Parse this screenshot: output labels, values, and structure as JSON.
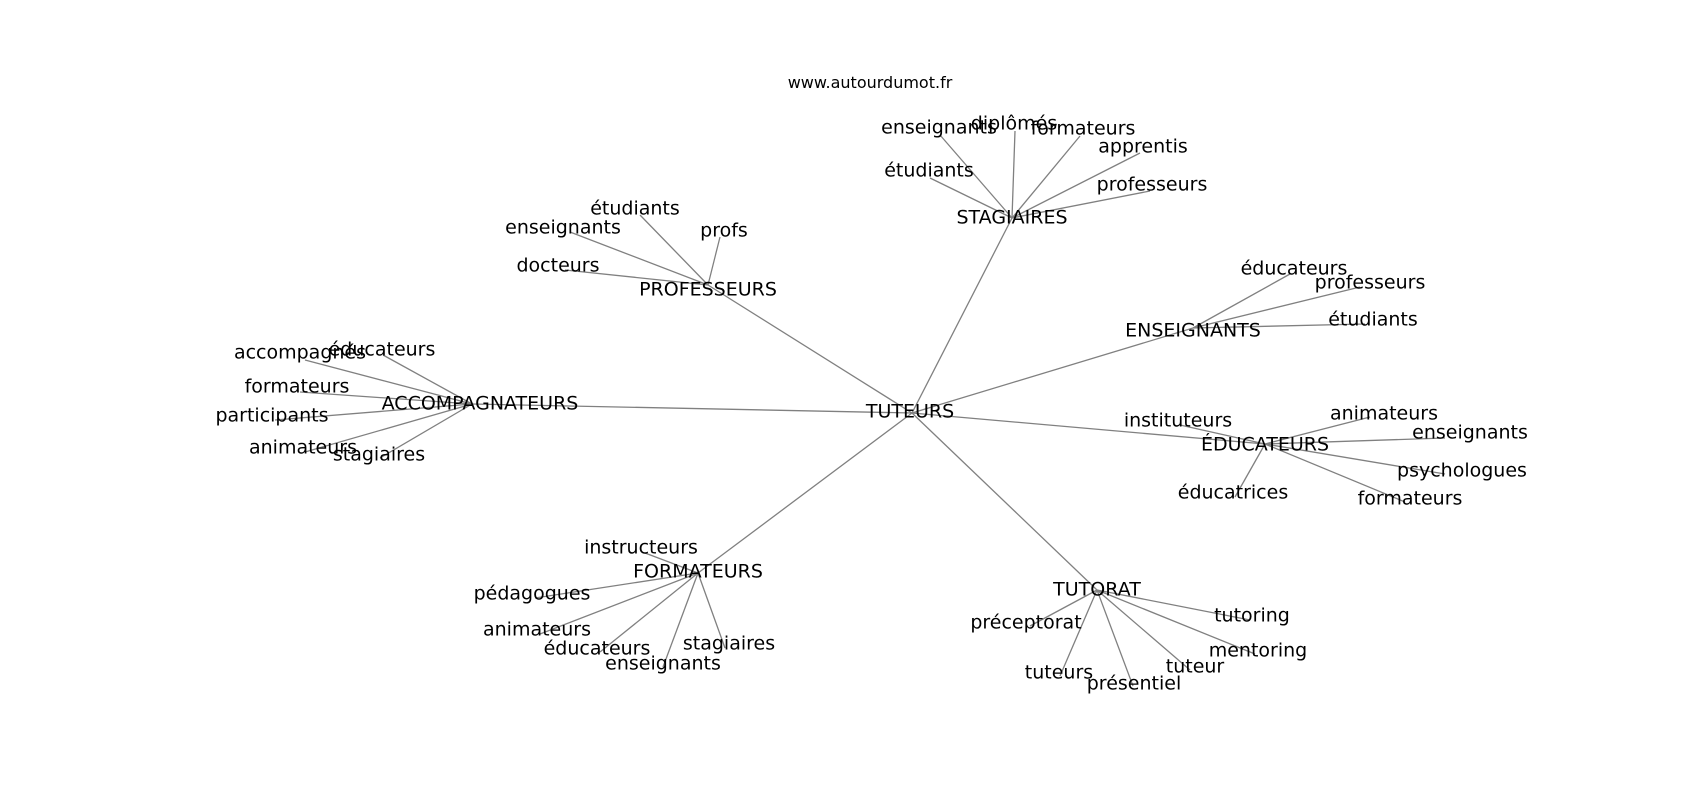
{
  "credit": "www.autourdumot.fr",
  "graph": {
    "center": "TUTEURS",
    "clusters": [
      {
        "label": "STAGIAIRES",
        "leaves": [
          "enseignants",
          "diplômés",
          "formateurs",
          "apprentis",
          "étudiants",
          "professeurs"
        ]
      },
      {
        "label": "PROFESSEURS",
        "leaves": [
          "étudiants",
          "enseignants",
          "profs",
          "docteurs"
        ]
      },
      {
        "label": "ENSEIGNANTS",
        "leaves": [
          "éducateurs",
          "professeurs",
          "étudiants"
        ]
      },
      {
        "label": "ACCOMPAGNATEURS",
        "leaves": [
          "accompagnés",
          "éducateurs",
          "formateurs",
          "participants",
          "animateurs",
          "stagiaires"
        ]
      },
      {
        "label": "ÉDUCATEURS",
        "leaves": [
          "instituteurs",
          "animateurs",
          "enseignants",
          "psychologues",
          "éducatrices",
          "formateurs"
        ]
      },
      {
        "label": "FORMATEURS",
        "leaves": [
          "instructeurs",
          "pédagogues",
          "animateurs",
          "éducateurs",
          "stagiaires",
          "enseignants"
        ]
      },
      {
        "label": "TUTORAT",
        "leaves": [
          "préceptorat",
          "tutoring",
          "mentoring",
          "tuteurs",
          "tuteur",
          "présentiel"
        ]
      }
    ]
  }
}
